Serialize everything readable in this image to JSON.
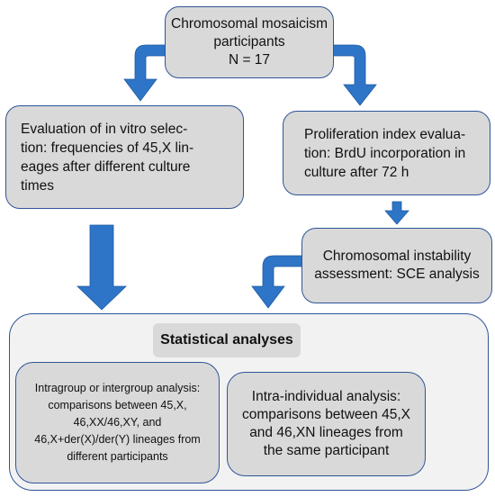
{
  "boxes": {
    "top": "Chromosomal mosaicism\nparticipants\nN = 17",
    "left": "Evaluation of in vitro selec-\ntion: frequencies of 45,X lin-\neages after different culture\ntimes",
    "right": "Proliferation index evalua-\ntion: BrdU incorporation in\nculture after 72 h",
    "sce": "Chromosomal instability\nassessment: SCE analysis",
    "stats_header": "Statistical analyses",
    "intergroup": "Intragroup or intergroup analysis:\ncomparisons between 45,X,\n46,XX/46,XY, and\n46,X+der(X)/der(Y) lineages from\ndifferent participants",
    "intra": "Intra-individual analysis:\ncomparisons between 45,X\nand 46,XN lineages from\nthe same participant"
  },
  "colors": {
    "box_fill": "#d9d9d9",
    "box_border": "#2f5597",
    "arrow": "#2e75c8",
    "outer_fill": "#f2f2f2"
  }
}
